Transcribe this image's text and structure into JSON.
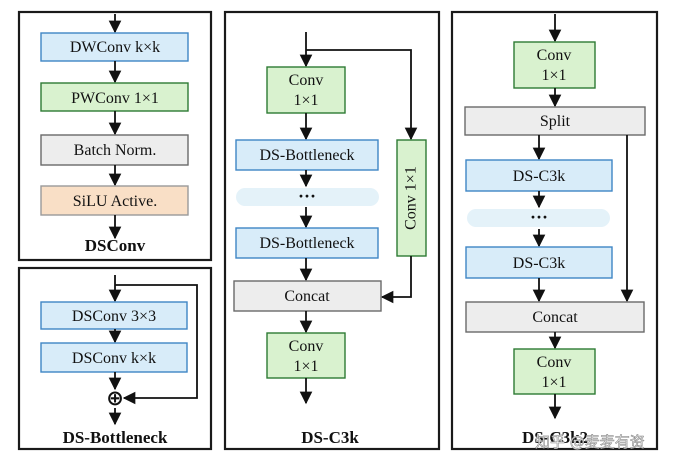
{
  "dsconv": {
    "title": "DSConv",
    "dwconv": "DWConv k×k",
    "pwconv": "PWConv 1×1",
    "batchnorm": "Batch Norm.",
    "silu": "SiLU Active."
  },
  "dsbottleneck": {
    "title": "DS-Bottleneck",
    "dsconv3": "DSConv 3×3",
    "dsconvk": "DSConv k×k",
    "add_symbol": "⊕"
  },
  "dsc3k": {
    "title": "DS-C3k",
    "conv_top_1": "Conv",
    "conv_top_2": "1×1",
    "bottleneck1": "DS-Bottleneck",
    "dots": "···",
    "bottleneck2": "DS-Bottleneck",
    "side_conv": "Conv 1×1",
    "concat": "Concat",
    "conv_bottom_1": "Conv",
    "conv_bottom_2": "1×1"
  },
  "dsc3k2": {
    "title": "DS-C3k2",
    "conv_top_1": "Conv",
    "conv_top_2": "1×1",
    "split": "Split",
    "c3k1": "DS-C3k",
    "dots": "···",
    "c3k2": "DS-C3k",
    "concat": "Concat",
    "conv_bottom_1": "Conv",
    "conv_bottom_2": "1×1"
  },
  "watermark": "知乎 @麦麦有资"
}
